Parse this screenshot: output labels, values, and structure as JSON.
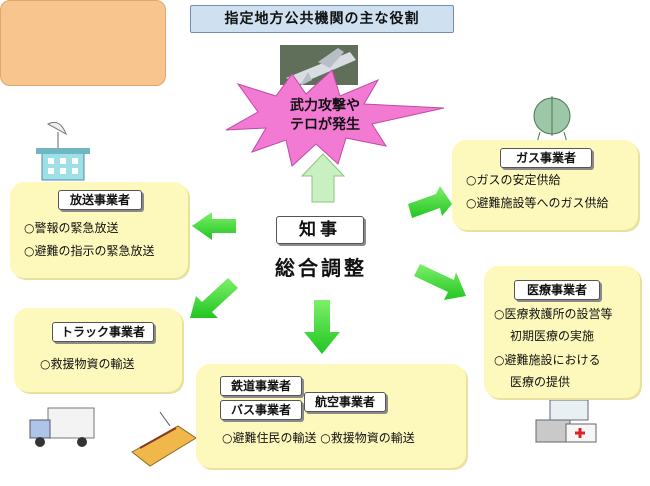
{
  "title": "指定地方公共機関の主な役割",
  "event": [
    "武力攻撃や",
    "テロが発生"
  ],
  "center": {
    "tag": "知事",
    "text": "総合調整"
  },
  "broadcast": {
    "tag": "放送事業者",
    "lines": [
      "○警報の緊急放送",
      "○避難の指示の緊急放送"
    ]
  },
  "truck": {
    "tag": "トラック事業者",
    "lines": [
      "○救援物資の輸送"
    ]
  },
  "transport": {
    "tags": [
      "鉄道事業者",
      "バス事業者",
      "航空事業者"
    ],
    "line": "○避難住民の輸送 ○救援物資の輸送"
  },
  "gas": {
    "tag": "ガス事業者",
    "lines": [
      "○ガスの安定供給",
      "○避難施設等へのガス供給"
    ]
  },
  "medical": {
    "tag": "医療事業者",
    "lines": [
      "○医療救護所の設営等",
      "初期医療の実施",
      "○避難施設における",
      "医療の提供"
    ]
  },
  "colors": {
    "card": "#fdf9bc",
    "center": "#f9c58f",
    "arrow_green": "#33dd33",
    "arrow_up": "#c8f0c0",
    "burst": "#f27ad2"
  }
}
